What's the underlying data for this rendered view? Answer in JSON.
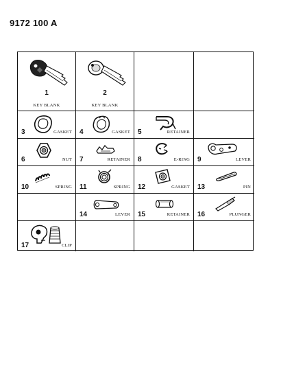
{
  "header": {
    "code": "9172 100 A"
  },
  "parts": [
    {
      "number": "1",
      "name": "KEY BLANK",
      "icon": "key-blank-large-icon"
    },
    {
      "number": "2",
      "name": "KEY BLANK",
      "icon": "key-blank-icon"
    },
    {
      "number": "3",
      "name": "GASKET",
      "icon": "gasket-oval-icon"
    },
    {
      "number": "4",
      "name": "GASKET",
      "icon": "gasket-ring-icon"
    },
    {
      "number": "5",
      "name": "RETAINER",
      "icon": "retainer-clip-icon"
    },
    {
      "number": "6",
      "name": "NUT",
      "icon": "hex-nut-icon"
    },
    {
      "number": "7",
      "name": "RETAINER",
      "icon": "retainer-plate-icon"
    },
    {
      "number": "8",
      "name": "E-RING",
      "icon": "e-ring-icon"
    },
    {
      "number": "9",
      "name": "LEVER",
      "icon": "lever-plate-icon"
    },
    {
      "number": "10",
      "name": "SPRING",
      "icon": "coil-spring-icon"
    },
    {
      "number": "11",
      "name": "SPRING",
      "icon": "torsion-spring-icon"
    },
    {
      "number": "12",
      "name": "GASKET",
      "icon": "square-gasket-icon"
    },
    {
      "number": "13",
      "name": "PIN",
      "icon": "roll-pin-icon"
    },
    {
      "number": "14",
      "name": "LEVER",
      "icon": "lever-bar-icon"
    },
    {
      "number": "15",
      "name": "RETAINER",
      "icon": "tube-retainer-icon"
    },
    {
      "number": "16",
      "name": "PLUNGER",
      "icon": "plunger-icon"
    },
    {
      "number": "17",
      "name": "CLIP",
      "icon": "clip-icon"
    }
  ]
}
